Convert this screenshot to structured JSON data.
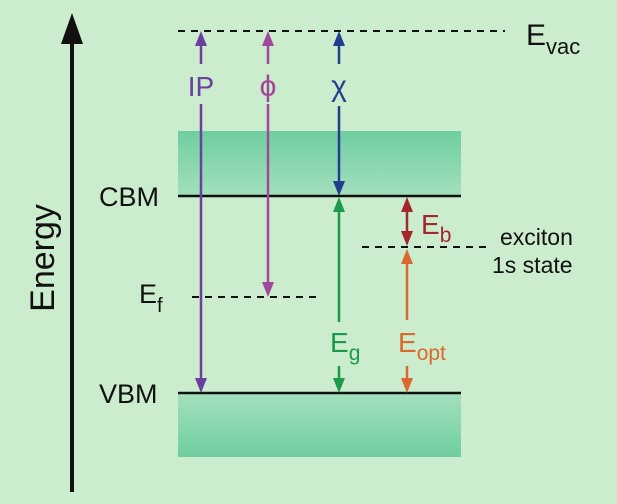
{
  "axis": {
    "label": "Energy"
  },
  "levels": {
    "vacuum": {
      "main": "E",
      "sub": "vac"
    },
    "cbm": "CBM",
    "vbm": "VBM",
    "fermi": {
      "main": "E",
      "sub": "f"
    },
    "exciton": {
      "line1": "exciton",
      "line2": "1s state"
    }
  },
  "quantities": {
    "ip": "IP",
    "work_function": "ϕ",
    "electron_affinity": "χ",
    "band_gap": {
      "main": "E",
      "sub": "g"
    },
    "binding_energy": {
      "main": "E",
      "sub": "b"
    },
    "optical_gap": {
      "main": "E",
      "sub": "opt"
    }
  },
  "colors": {
    "background": "#cbeccd",
    "band": "#6dcd9c",
    "ip": "#6a3fa0",
    "work_function": "#a2489a",
    "electron_affinity": "#233d8f",
    "band_gap": "#1c9a4a",
    "binding_energy": "#a3262d",
    "optical_gap": "#d9692c"
  }
}
